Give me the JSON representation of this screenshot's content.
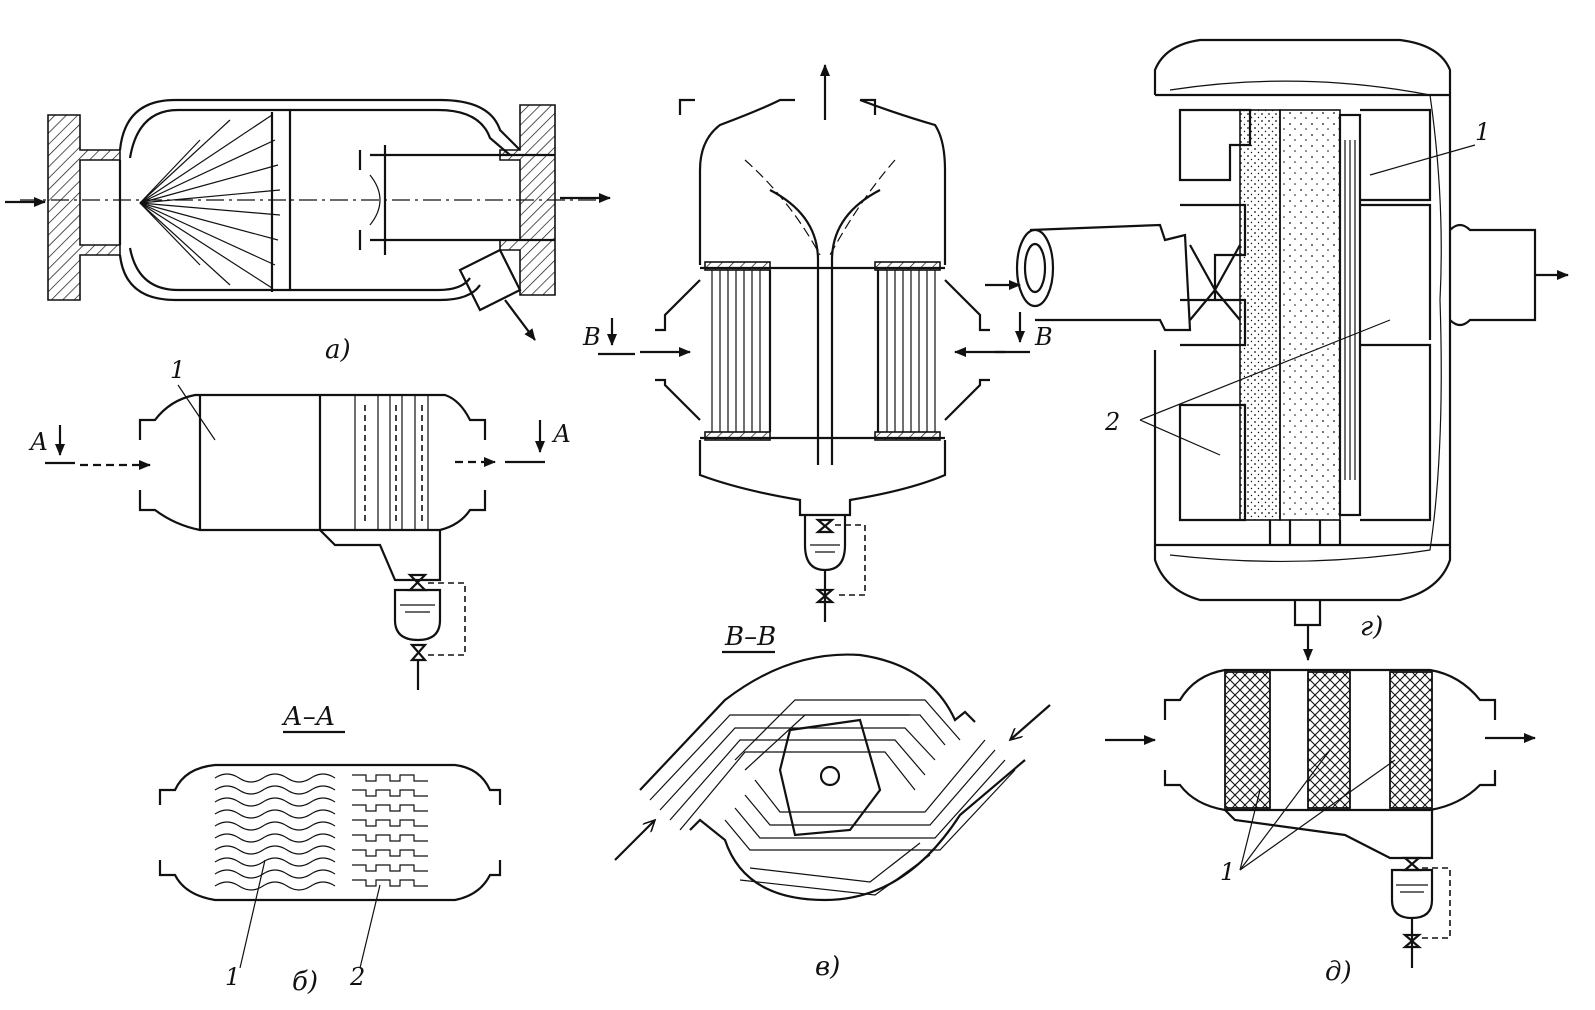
{
  "labels": {
    "fig_a": "а)",
    "fig_b": "б)",
    "fig_v": "в)",
    "fig_g": "г)",
    "fig_d": "д)",
    "section_aa": "А–А",
    "section_vv": "В–В",
    "cut_a_left": "А",
    "cut_a_right": "А",
    "cut_v_left": "В",
    "cut_v_right": "В",
    "num_1_b_top": "1",
    "num_1_b_bottom": "1",
    "num_2_b_bottom": "2",
    "num_1_g": "1",
    "num_2_g": "2",
    "num_1_d": "1"
  }
}
